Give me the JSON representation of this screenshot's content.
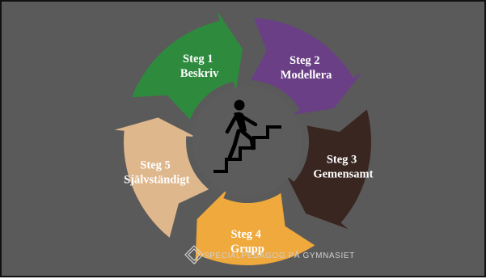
{
  "slide": {
    "background": "#5a5a5a",
    "hub_color": "#5c5c5c"
  },
  "steps": [
    {
      "line1": "Steg 1",
      "line2": "Beskriv",
      "color": "#2e8b3e"
    },
    {
      "line1": "Steg 2",
      "line2": "Modellera",
      "color": "#6a3f86"
    },
    {
      "line1": "Steg 3",
      "line2": "Gemensamt",
      "color": "#3a2620"
    },
    {
      "line1": "Steg 4",
      "line2": "Grupp",
      "color": "#f0a93c"
    },
    {
      "line1": "Steg 5",
      "line2": "Självständigt",
      "color": "#dfb78c"
    }
  ],
  "center_icon": "person-climbing-stairs-icon",
  "watermark": {
    "text": "SPECIALPEDAGOG PÅ GYMNASIET",
    "icon": "diamond-logo-icon"
  }
}
